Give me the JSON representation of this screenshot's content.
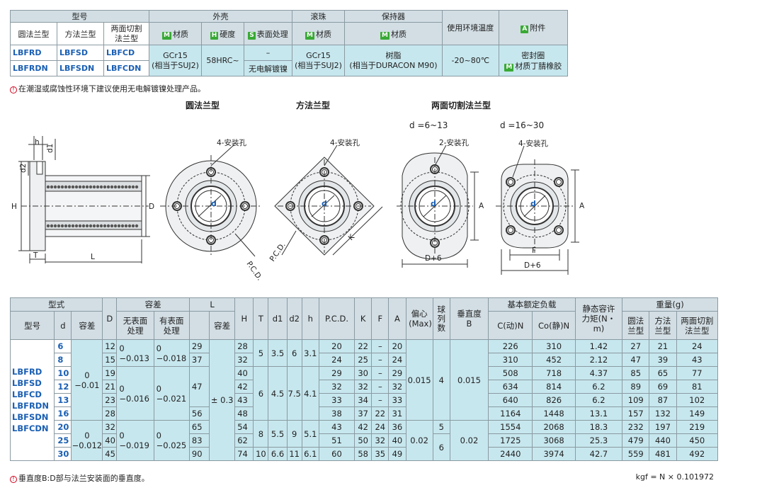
{
  "top_table": {
    "group_model": "型号",
    "group_shell": "外壳",
    "group_ball": "滚珠",
    "group_retainer": "保持器",
    "col_temp": "使用环境温度",
    "col_accessory": "附件",
    "col_round": "圆法兰型",
    "col_square": "方法兰型",
    "col_double": "两面切割法兰型",
    "col_material": "材质",
    "col_hardness": "硬度",
    "col_surface": "表面处理",
    "badge_m": "M",
    "badge_h": "H",
    "badge_s": "S",
    "badge_a": "A",
    "row1": [
      "LBFRD",
      "LBFSD",
      "LBFCD"
    ],
    "row2": [
      "LBFRDN",
      "LBFSDN",
      "LBFCDN"
    ],
    "shell_material": "GCr15\n(相当于SUJ2)",
    "hardness": "58HRC~",
    "surface1": "–",
    "surface2": "无电解镀镍",
    "ball_material": "GCr15\n(相当于SUJ2)",
    "retainer_material": "树脂\n(相当于DURACON M90)",
    "temperature": "-20~80℃",
    "accessory1": "密封圈",
    "accessory2": "材质丁腈橡胶"
  },
  "note1": "在潮湿或腐蚀性环境下建议使用无电解镀镍处理产品。",
  "drawings": {
    "title_round": "圆法兰型",
    "title_square": "方法兰型",
    "title_double": "两面切割法兰型",
    "range1": "d =6~13",
    "range2": "d =16~30",
    "hole4": "4-安装孔",
    "hole2": "2-安装孔",
    "pcd": "P.C.D.",
    "dim_h": "h",
    "dim_d1": "d1",
    "dim_d2": "d2",
    "dim_H": "H",
    "dim_D": "D",
    "dim_T": "T",
    "dim_L": "L",
    "dim_d": "d",
    "dim_K": "K",
    "dim_A": "A",
    "dim_F": "F",
    "dim_D6": "D+6"
  },
  "spec_table": {
    "h_form": "型式",
    "h_model": "型号",
    "h_d": "d",
    "h_tol": "容差",
    "h_D": "D",
    "h_tolerance": "容差",
    "h_no_surface": "无表面处理",
    "h_with_surface": "有表面处理",
    "h_L": "L",
    "h_H": "H",
    "h_T": "T",
    "h_d1": "d1",
    "h_d2": "d2",
    "h_h": "h",
    "h_pcd": "P.C.D.",
    "h_K": "K",
    "h_F": "F",
    "h_A": "A",
    "h_ecc": "偏心(Max)",
    "h_balls": "球列数",
    "h_perp": "垂直度B",
    "h_load": "基本额定负载",
    "h_C": "C(动)N",
    "h_C0": "Co(静)N",
    "h_static": "静态容许力矩(N・m)",
    "h_weight": "重量(g)",
    "h_w_round": "圆法兰型",
    "h_w_square": "方法兰型",
    "h_w_double": "两面切割法兰型",
    "models": [
      "LBFRD",
      "LBFSD",
      "LBFCD",
      "LBFRDN",
      "LBFSDN",
      "LBFCDN"
    ],
    "d_tol_a": "0\n−0.01",
    "d_tol_b": "0\n−0.012",
    "D_tol1_n": "0\n−0.013",
    "D_tol1_s": "0\n−0.018",
    "D_tol2_n": "0\n−0.016",
    "D_tol2_s": "0\n−0.021",
    "D_tol3_n": "0\n−0.019",
    "D_tol3_s": "0\n−0.025",
    "L_tol": "± 0.3",
    "ecc_a": "0.015",
    "ecc_b": "0.02",
    "balls_a": "4",
    "balls_b1": "5",
    "balls_b2": "6",
    "perp_a": "0.015",
    "perp_b": "0.02",
    "group1": {
      "T": "5",
      "d1": "3.5",
      "d2": "6",
      "h": "3.1"
    },
    "group2": {
      "T": "6",
      "d1": "4.5",
      "d2": "7.5",
      "h": "4.1"
    },
    "group3": {
      "T": "8",
      "d1": "5.5",
      "d2": "9",
      "h": "5.1"
    },
    "L_merge": [
      "29",
      "37",
      "47",
      "56",
      "65",
      "83",
      "90"
    ],
    "rows": [
      {
        "d": "6",
        "D": "12",
        "H": "28",
        "pcd": "20",
        "K": "22",
        "F": "–",
        "A": "20",
        "C": "226",
        "C0": "310",
        "M": "1.42",
        "wr": "27",
        "ws": "21",
        "wc": "24"
      },
      {
        "d": "8",
        "D": "15",
        "H": "32",
        "pcd": "24",
        "K": "25",
        "F": "–",
        "A": "24",
        "C": "310",
        "C0": "452",
        "M": "2.12",
        "wr": "47",
        "ws": "39",
        "wc": "43"
      },
      {
        "d": "10",
        "D": "19",
        "H": "40",
        "pcd": "29",
        "K": "30",
        "F": "–",
        "A": "29",
        "C": "508",
        "C0": "718",
        "M": "4.37",
        "wr": "85",
        "ws": "65",
        "wc": "77"
      },
      {
        "d": "12",
        "D": "21",
        "H": "42",
        "pcd": "32",
        "K": "32",
        "F": "–",
        "A": "32",
        "C": "634",
        "C0": "814",
        "M": "6.2",
        "wr": "89",
        "ws": "69",
        "wc": "81"
      },
      {
        "d": "13",
        "D": "23",
        "H": "43",
        "pcd": "33",
        "K": "34",
        "F": "–",
        "A": "33",
        "C": "640",
        "C0": "826",
        "M": "6.2",
        "wr": "109",
        "ws": "87",
        "wc": "102"
      },
      {
        "d": "16",
        "D": "28",
        "H": "48",
        "pcd": "38",
        "K": "37",
        "F": "22",
        "A": "31",
        "C": "1164",
        "C0": "1448",
        "M": "13.1",
        "wr": "157",
        "ws": "132",
        "wc": "149"
      },
      {
        "d": "20",
        "D": "32",
        "H": "54",
        "pcd": "43",
        "K": "42",
        "F": "24",
        "A": "36",
        "C": "1554",
        "C0": "2068",
        "M": "18.3",
        "wr": "232",
        "ws": "197",
        "wc": "219"
      },
      {
        "d": "25",
        "D": "40",
        "H": "62",
        "pcd": "51",
        "K": "50",
        "F": "32",
        "A": "40",
        "C": "1725",
        "C0": "3068",
        "M": "25.3",
        "wr": "479",
        "ws": "440",
        "wc": "450"
      },
      {
        "d": "30",
        "D": "45",
        "H": "74",
        "T": "10",
        "d1": "6.6",
        "d2": "11",
        "h": "6.1",
        "pcd": "60",
        "K": "58",
        "F": "35",
        "A": "49",
        "C": "2440",
        "C0": "3974",
        "M": "42.7",
        "wr": "559",
        "ws": "481",
        "wc": "492"
      }
    ]
  },
  "note2": "垂直度B:D部与法兰安装面的垂直度。",
  "kgf": "kgf = N × 0.101972",
  "colors": {
    "header": "#d2dee4",
    "cyan": "#c7e7ee",
    "green_badge": "#39a935",
    "blue_text": "#1a5fb4",
    "note_icon": "#d0021b"
  }
}
